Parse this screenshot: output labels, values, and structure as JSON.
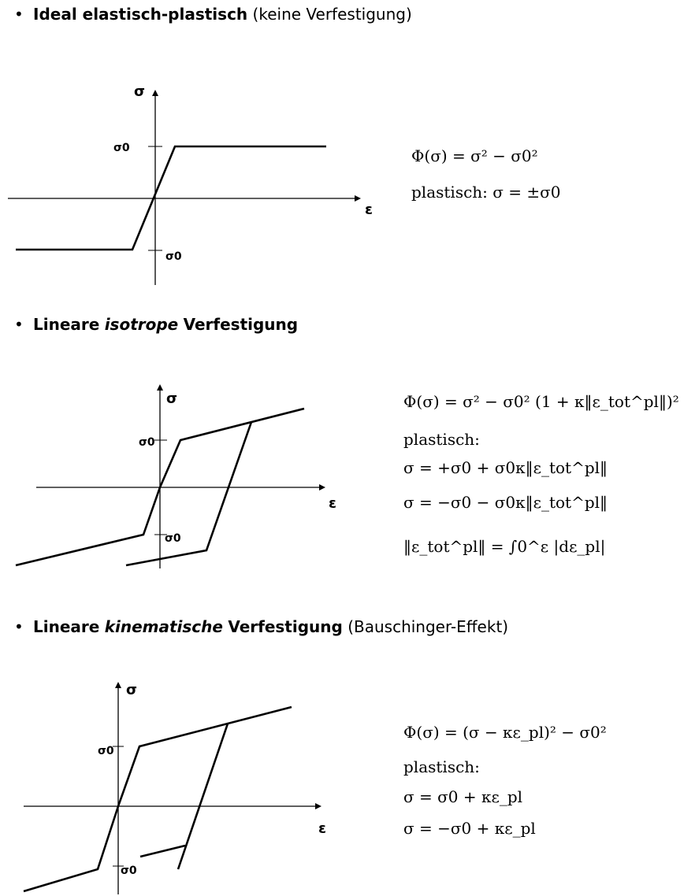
{
  "sections": [
    {
      "bullet": "•",
      "title_bold": "Ideal elastisch-plastisch",
      "title_suffix": "(keine Verfestigung)",
      "graph": {
        "y_label": "σ",
        "x_label": "ε",
        "level_label_top": "σ0",
        "level_label_bottom": "σ0"
      },
      "eq1": "Φ(σ) = σ² − σ0²",
      "eq2": "plastisch: σ = ±σ0"
    },
    {
      "bullet": "•",
      "title_pre": "Lineare",
      "title_italic": "isotrope",
      "title_post": "Verfestigung",
      "graph": {
        "y_label": "σ",
        "x_label": "ε",
        "level_label_top": "σ0",
        "level_label_bottom": "σ0"
      },
      "eq1": "Φ(σ) = σ² − σ0² (1 + κ‖ε_tot^pl‖)²",
      "eq2": "plastisch:",
      "eq3": "σ = +σ0 + σ0κ‖ε_tot^pl‖",
      "eq4": "σ = −σ0 − σ0κ‖ε_tot^pl‖",
      "eq5": "‖ε_tot^pl‖ = ∫0^ε |dε_pl|"
    },
    {
      "bullet": "•",
      "title_pre": "Lineare",
      "title_italic": "kinematische",
      "title_post": "Verfestigung",
      "title_suffix": "(Bauschinger-Effekt)",
      "graph": {
        "y_label": "σ",
        "x_label": "ε",
        "level_label_top": "σ0",
        "level_label_bottom": "σ0"
      },
      "eq1": "Φ(σ) = (σ − κε_pl)² − σ0²",
      "eq2": "plastisch:",
      "eq3": "σ = σ0 + κε_pl",
      "eq4": "σ = −σ0 + κε_pl"
    }
  ]
}
